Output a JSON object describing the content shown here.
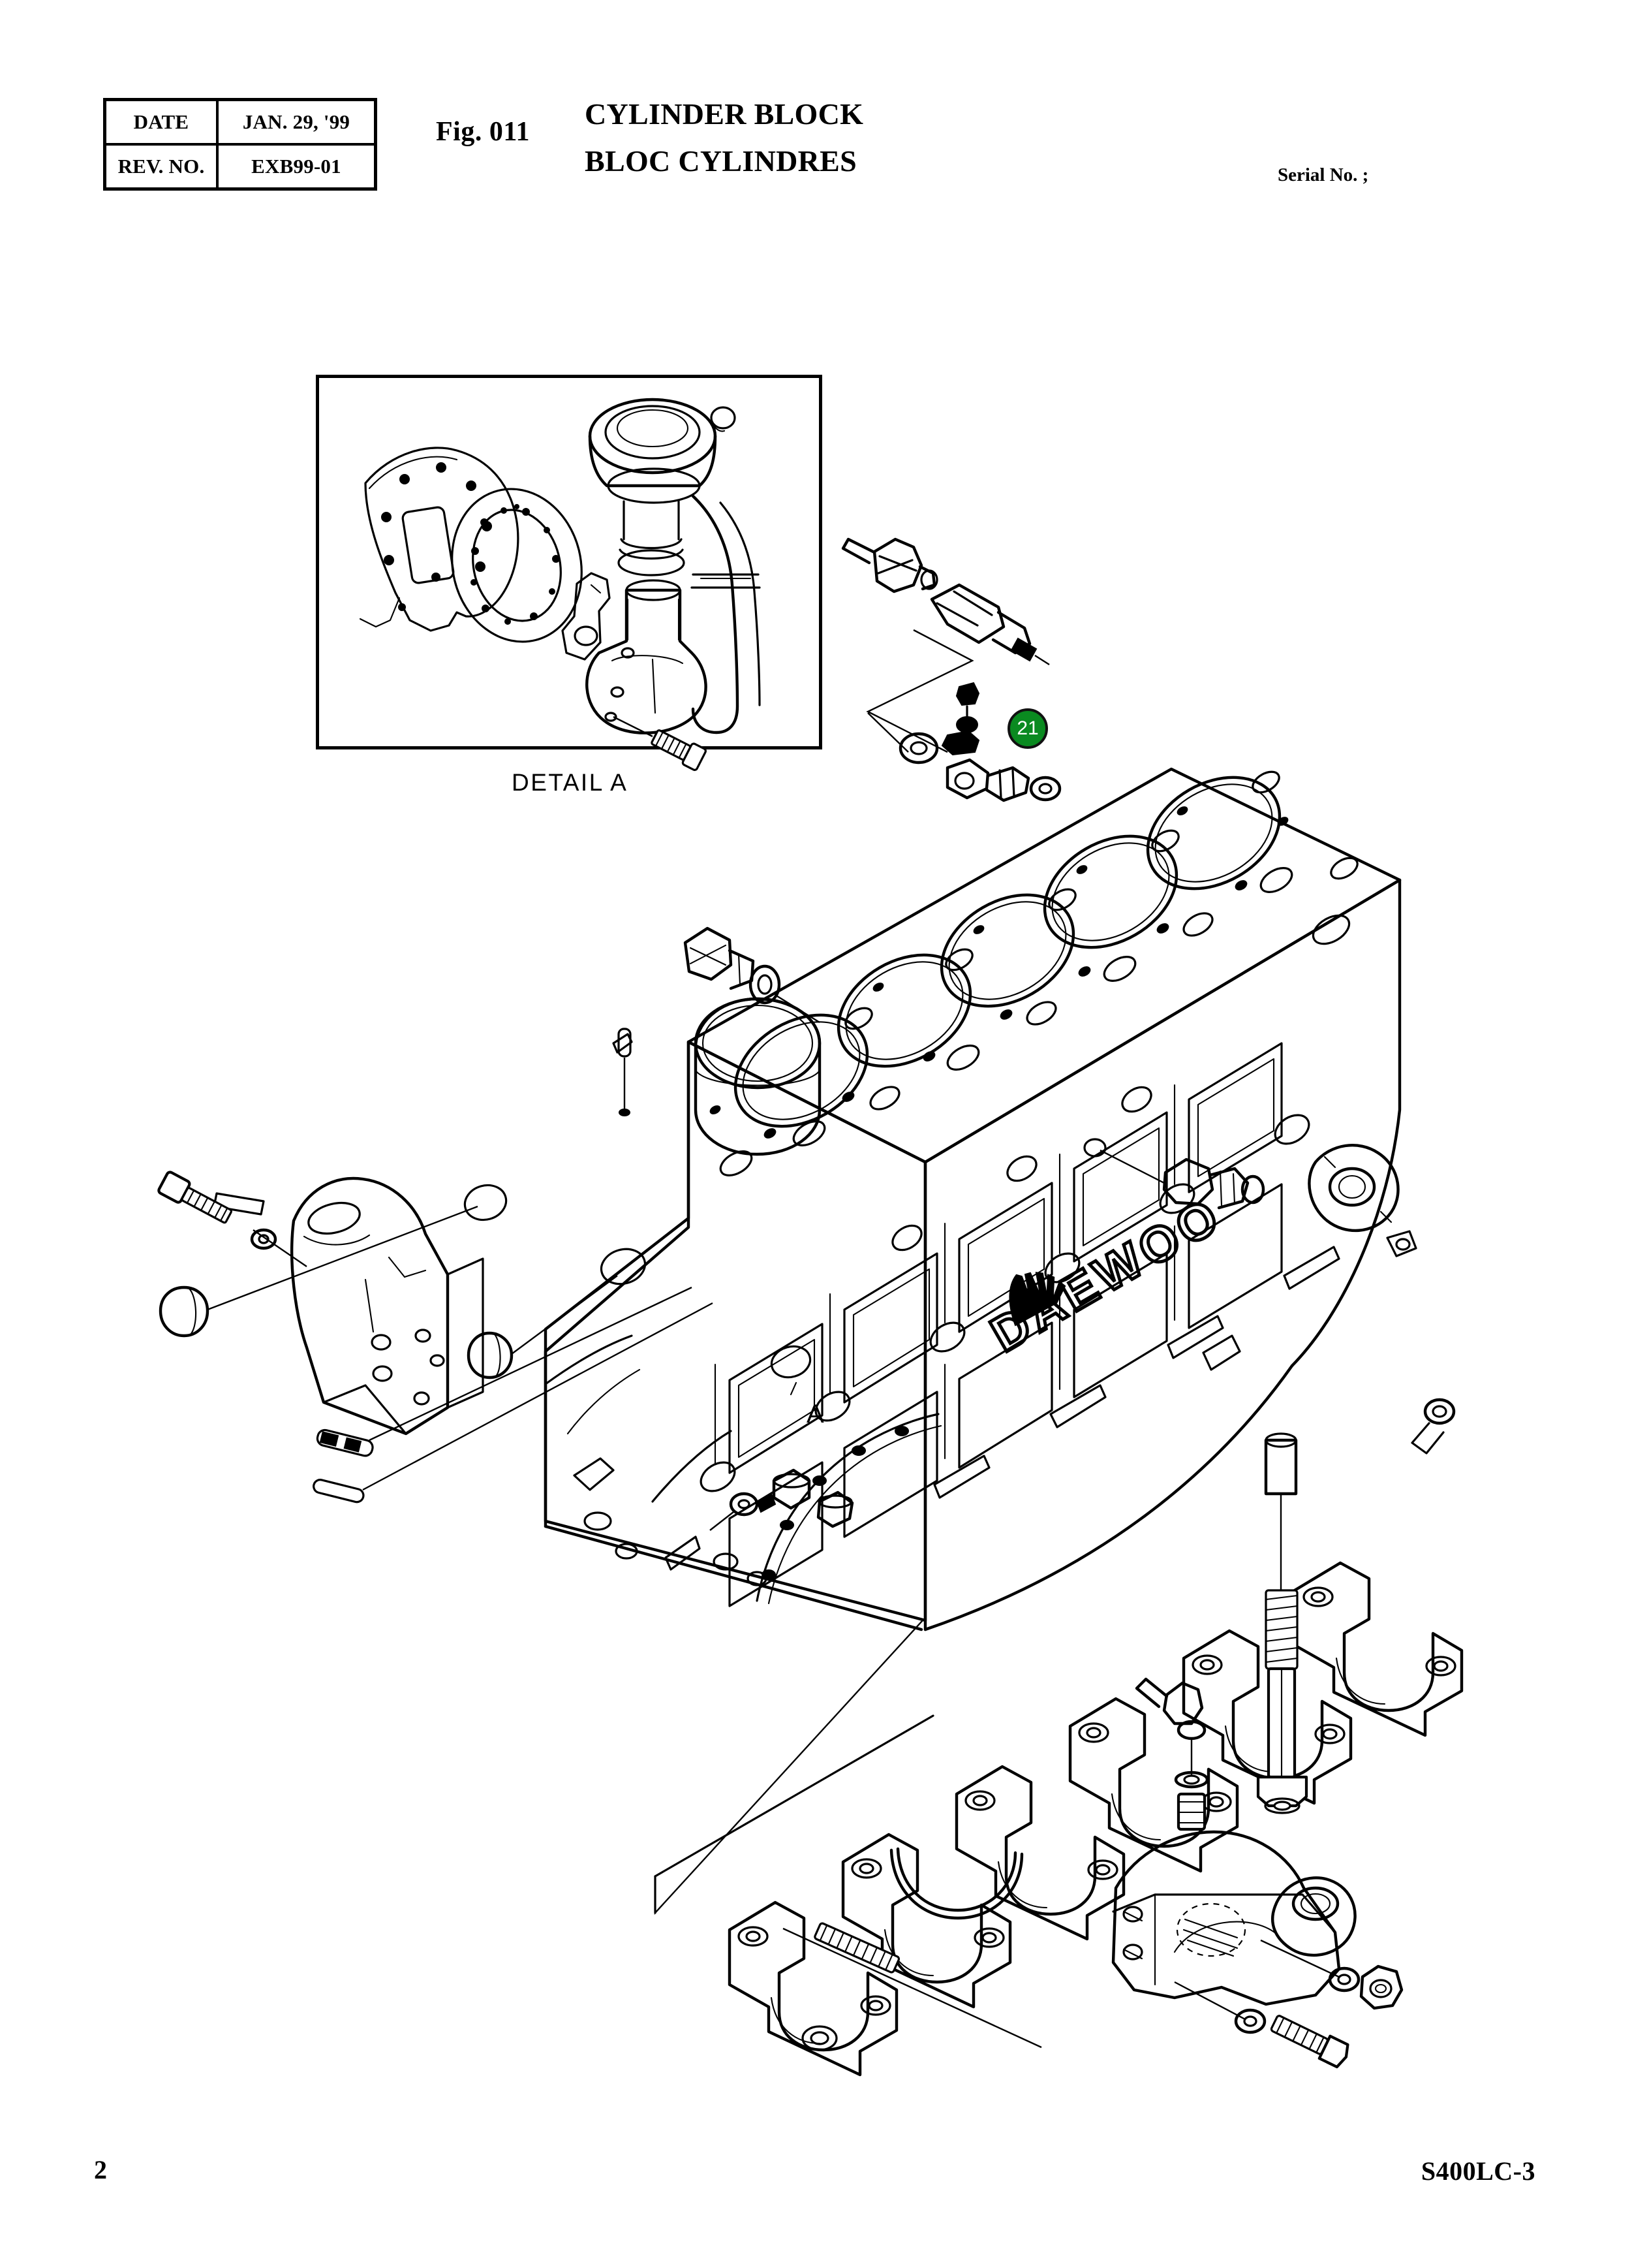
{
  "document": {
    "page_number": "2",
    "model": "S400LC-3",
    "figure_number": "Fig. 011",
    "title_en": "CYLINDER BLOCK",
    "title_fr": "BLOC CYLINDRES",
    "serial_label": "Serial No. ;"
  },
  "header_table": {
    "rows": [
      {
        "key": "DATE",
        "value": "JAN. 29, '99"
      },
      {
        "key": "REV. NO.",
        "value": "EXB99-01"
      }
    ]
  },
  "detail": {
    "label": "DETAIL  A",
    "contents": [
      "oil-pan-gasket",
      "oil-strainer-gasket-ring",
      "oil-filler-neck",
      "oil-suction-pipe",
      "oil-strainer-body",
      "retaining-bracket",
      "mounting-bolt"
    ]
  },
  "diagram": {
    "reference_letter": "A",
    "engine_brand_embossed": "DAEWOO",
    "cylinder_bore_count": 6,
    "main_bearing_cap_count": 6,
    "parts": [
      "cylinder-block",
      "engine-mount-bracket",
      "main-bearing-caps",
      "main-bearing-cap-bolts",
      "core-plugs",
      "dowel-pins",
      "oil-pressure-switch",
      "oil-gallery-plug",
      "coolant-drain-plug",
      "bearing-carrier-housing",
      "washer",
      "nut",
      "bolt"
    ]
  },
  "callouts": [
    {
      "number": "21",
      "color": "#0a8a20",
      "border": "#111111",
      "text_color": "#ffffff"
    }
  ]
}
